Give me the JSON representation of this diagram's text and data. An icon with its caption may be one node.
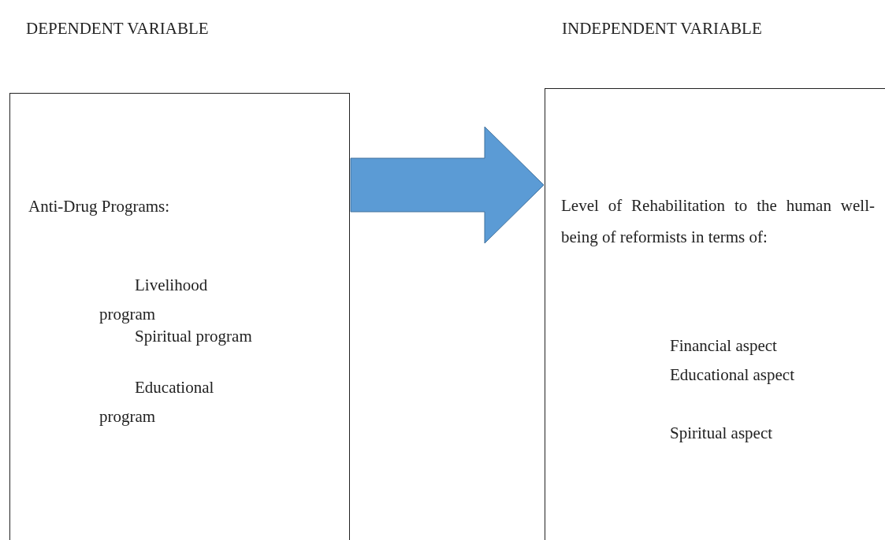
{
  "diagram": {
    "nodes": [
      {
        "text": [
          "DEPENDENT VARIABLE",
          "Anti-Drug Programs:",
          "Livelihood program",
          "Spiritual program",
          "Educational program"
        ]
      },
      {
        "text": [
          "INDEPENDENT VARIABLE",
          "Level of Rehabilitation to the human well-being of reformists in terms of:",
          "Financial aspect",
          "Educational aspect",
          "Spiritual aspect"
        ]
      }
    ],
    "edges": [
      {
        "from": 0,
        "to": 1,
        "arrow": "to",
        "style": "thick",
        "color": "#5b9bd5"
      }
    ]
  }
}
